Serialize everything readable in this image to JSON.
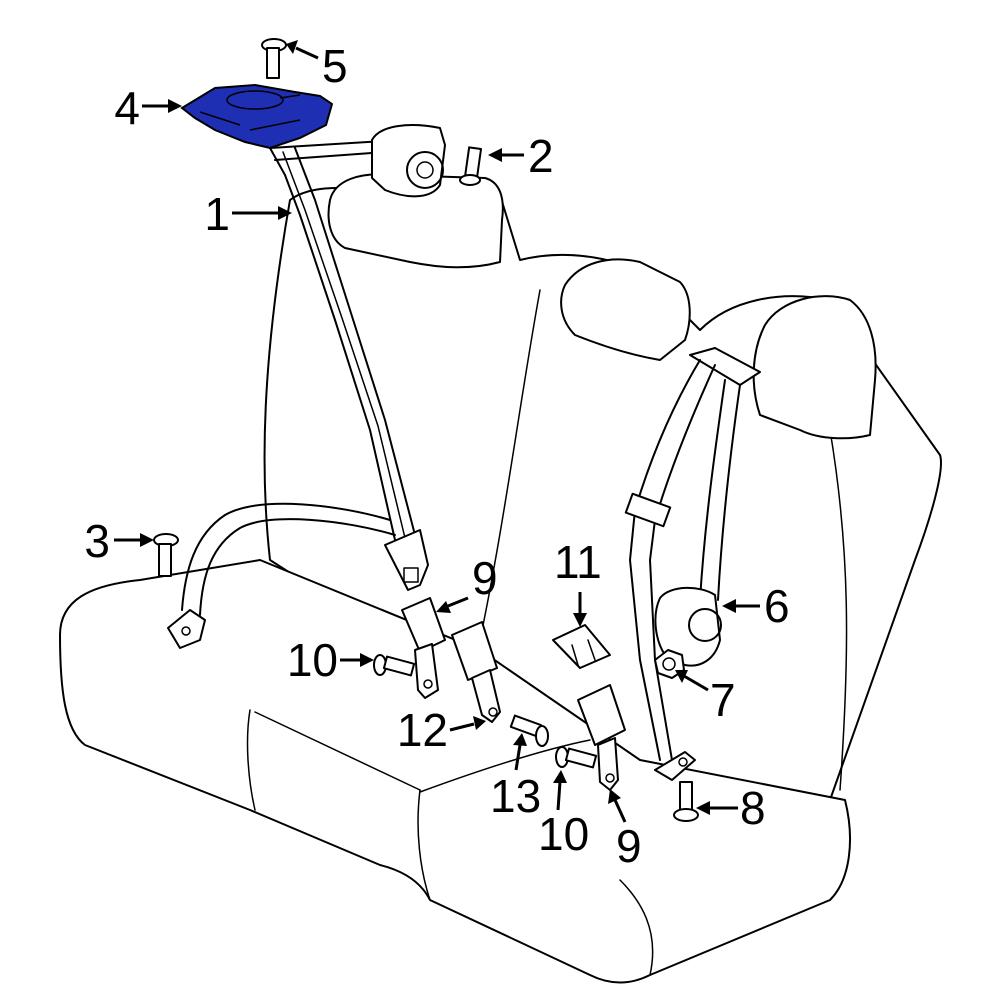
{
  "diagram": {
    "highlight_color": "#1f2fb4",
    "highlighted_callout": "4",
    "callouts": [
      {
        "id": "c1",
        "text": "1"
      },
      {
        "id": "c2",
        "text": "2"
      },
      {
        "id": "c3",
        "text": "3"
      },
      {
        "id": "c4",
        "text": "4"
      },
      {
        "id": "c5",
        "text": "5"
      },
      {
        "id": "c6",
        "text": "6"
      },
      {
        "id": "c7",
        "text": "7"
      },
      {
        "id": "c8",
        "text": "8"
      },
      {
        "id": "c9a",
        "text": "9"
      },
      {
        "id": "c9b",
        "text": "9"
      },
      {
        "id": "c10a",
        "text": "10"
      },
      {
        "id": "c10b",
        "text": "10"
      },
      {
        "id": "c11",
        "text": "11"
      },
      {
        "id": "c12",
        "text": "12"
      },
      {
        "id": "c13",
        "text": "13"
      }
    ]
  }
}
